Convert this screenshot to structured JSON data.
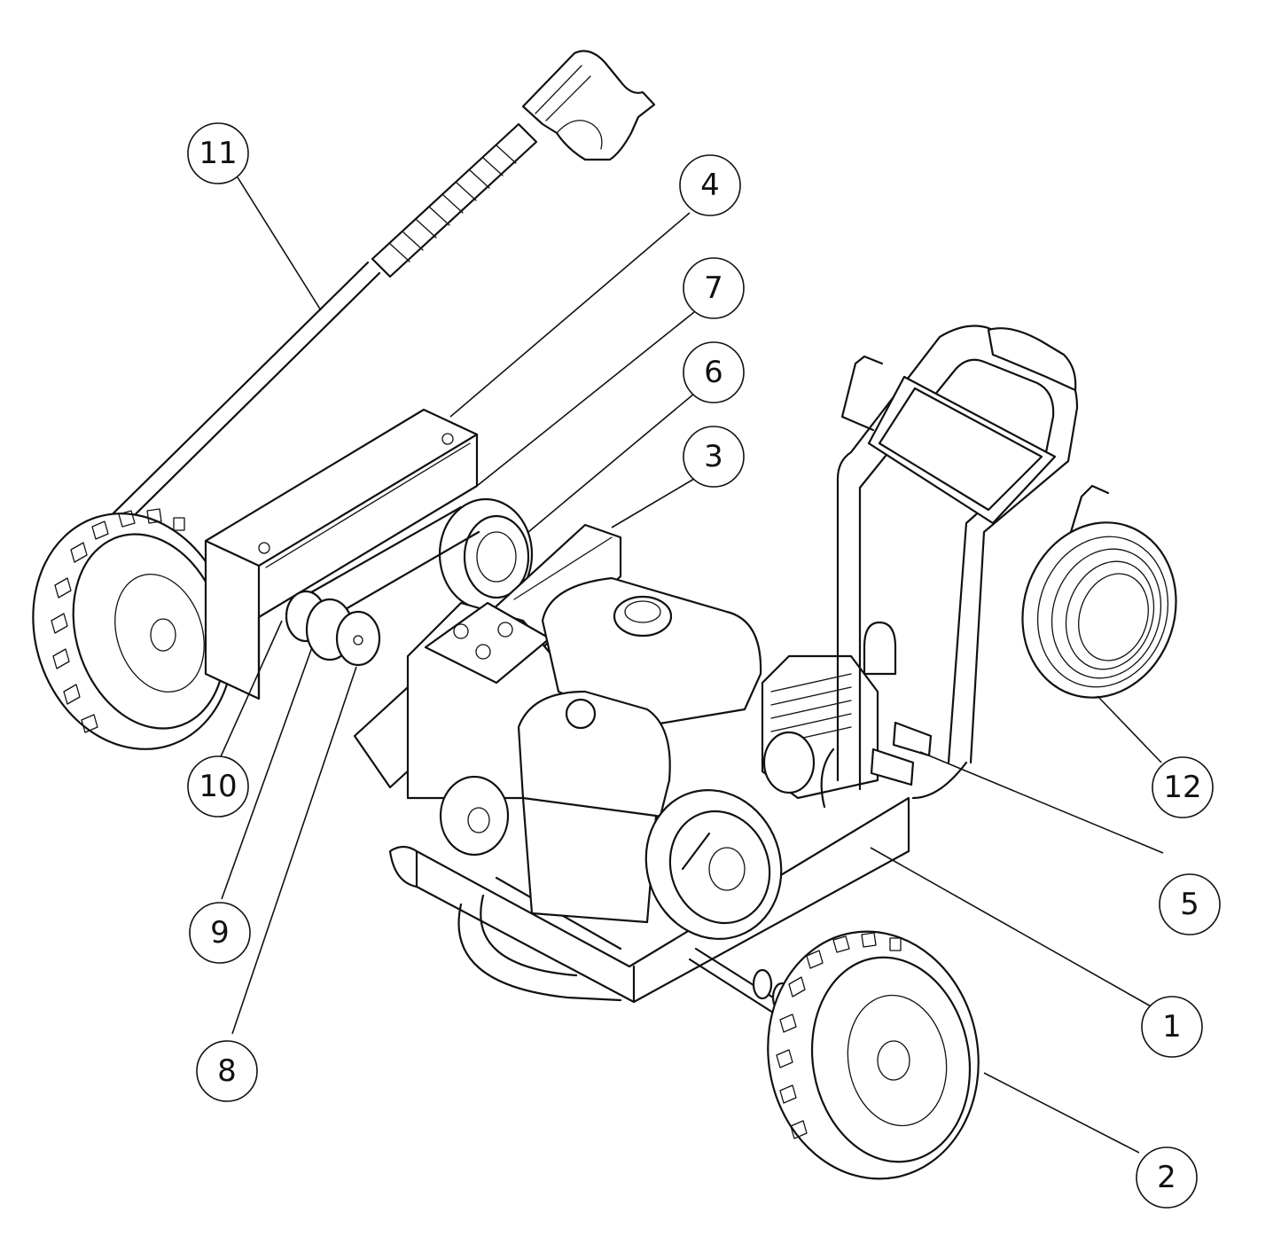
{
  "callouts": [
    {
      "id": "callout-1",
      "label": "1"
    },
    {
      "id": "callout-2",
      "label": "2"
    },
    {
      "id": "callout-3",
      "label": "3"
    },
    {
      "id": "callout-4",
      "label": "4"
    },
    {
      "id": "callout-5",
      "label": "5"
    },
    {
      "id": "callout-6",
      "label": "6"
    },
    {
      "id": "callout-7",
      "label": "7"
    },
    {
      "id": "callout-8",
      "label": "8"
    },
    {
      "id": "callout-9",
      "label": "9"
    },
    {
      "id": "callout-10",
      "label": "10"
    },
    {
      "id": "callout-11",
      "label": "11"
    },
    {
      "id": "callout-12",
      "label": "12"
    }
  ],
  "colors": {
    "ink": "#111111",
    "paper": "#ffffff"
  }
}
